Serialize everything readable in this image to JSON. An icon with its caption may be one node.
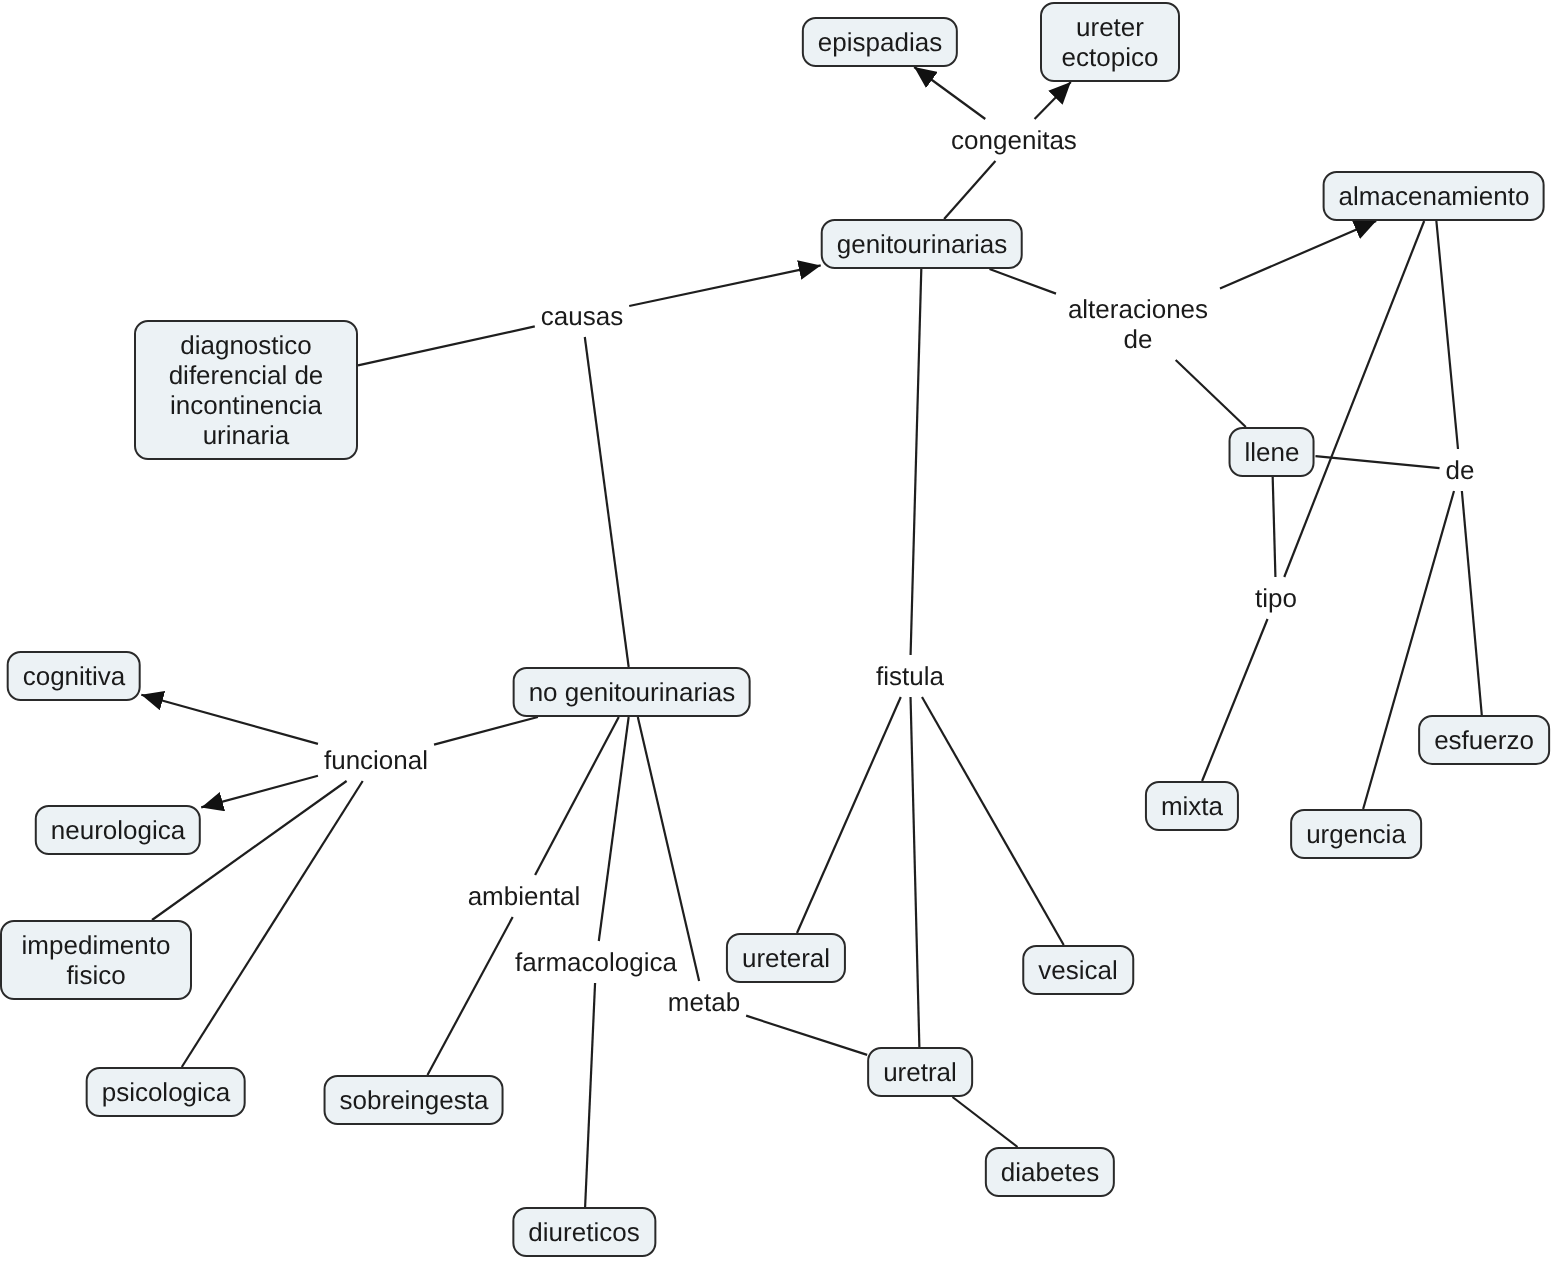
{
  "diagram": {
    "nodes": [
      {
        "text": [
          "epispadias"
        ]
      },
      {
        "text": [
          "ureter ectopico"
        ]
      },
      {
        "text": [
          "congenitas"
        ]
      },
      {
        "text": [
          "almacenamiento"
        ]
      },
      {
        "text": [
          "genitourinarias"
        ]
      },
      {
        "text": [
          "causas"
        ]
      },
      {
        "text": [
          "alteraciones de"
        ]
      },
      {
        "text": [
          "diagnostico diferencial de incontinencia urinaria"
        ]
      },
      {
        "text": [
          "llene"
        ]
      },
      {
        "text": [
          "de"
        ]
      },
      {
        "text": [
          "tipo"
        ]
      },
      {
        "text": [
          "cognitiva"
        ]
      },
      {
        "text": [
          "no genitourinarias"
        ]
      },
      {
        "text": [
          "fistula"
        ]
      },
      {
        "text": [
          "funcional"
        ]
      },
      {
        "text": [
          "esfuerzo"
        ]
      },
      {
        "text": [
          "mixta"
        ]
      },
      {
        "text": [
          "neurologica"
        ]
      },
      {
        "text": [
          "urgencia"
        ]
      },
      {
        "text": [
          "ambiental"
        ]
      },
      {
        "text": [
          "impedimento fisico"
        ]
      },
      {
        "text": [
          "ureteral"
        ]
      },
      {
        "text": [
          "farmacologica"
        ]
      },
      {
        "text": [
          "metab"
        ]
      },
      {
        "text": [
          "vesical"
        ]
      },
      {
        "text": [
          "uretral"
        ]
      },
      {
        "text": [
          "psicologica"
        ]
      },
      {
        "text": [
          "sobreingesta"
        ]
      },
      {
        "text": [
          "diabetes"
        ]
      },
      {
        "text": [
          "diureticos"
        ]
      }
    ],
    "edges": [
      {
        "from": 7,
        "to": 5,
        "arrow": "none"
      },
      {
        "from": 5,
        "to": 4,
        "arrow": "to"
      },
      {
        "from": 5,
        "to": 12,
        "arrow": "none"
      },
      {
        "from": 4,
        "to": 2,
        "arrow": "none"
      },
      {
        "from": 2,
        "to": 0,
        "arrow": "to"
      },
      {
        "from": 2,
        "to": 1,
        "arrow": "to"
      },
      {
        "from": 4,
        "to": 6,
        "arrow": "none"
      },
      {
        "from": 6,
        "to": 3,
        "arrow": "to"
      },
      {
        "from": 6,
        "to": 8,
        "arrow": "none"
      },
      {
        "from": 4,
        "to": 13,
        "arrow": "none"
      },
      {
        "from": 13,
        "to": 21,
        "arrow": "none"
      },
      {
        "from": 13,
        "to": 25,
        "arrow": "none"
      },
      {
        "from": 13,
        "to": 24,
        "arrow": "none"
      },
      {
        "from": 8,
        "to": 10,
        "arrow": "none"
      },
      {
        "from": 3,
        "to": 10,
        "arrow": "none"
      },
      {
        "from": 10,
        "to": 16,
        "arrow": "none"
      },
      {
        "from": 8,
        "to": 9,
        "arrow": "none"
      },
      {
        "from": 3,
        "to": 9,
        "arrow": "none"
      },
      {
        "from": 9,
        "to": 18,
        "arrow": "none"
      },
      {
        "from": 9,
        "to": 15,
        "arrow": "none"
      },
      {
        "from": 12,
        "to": 14,
        "arrow": "none"
      },
      {
        "from": 14,
        "to": 11,
        "arrow": "to"
      },
      {
        "from": 14,
        "to": 17,
        "arrow": "to"
      },
      {
        "from": 14,
        "to": 20,
        "arrow": "none"
      },
      {
        "from": 14,
        "to": 26,
        "arrow": "none"
      },
      {
        "from": 12,
        "to": 19,
        "arrow": "none"
      },
      {
        "from": 19,
        "to": 27,
        "arrow": "none"
      },
      {
        "from": 12,
        "to": 22,
        "arrow": "none"
      },
      {
        "from": 22,
        "to": 29,
        "arrow": "none"
      },
      {
        "from": 12,
        "to": 23,
        "arrow": "none"
      },
      {
        "from": 23,
        "to": 25,
        "arrow": "none"
      },
      {
        "from": 25,
        "to": 28,
        "arrow": "none"
      }
    ]
  }
}
